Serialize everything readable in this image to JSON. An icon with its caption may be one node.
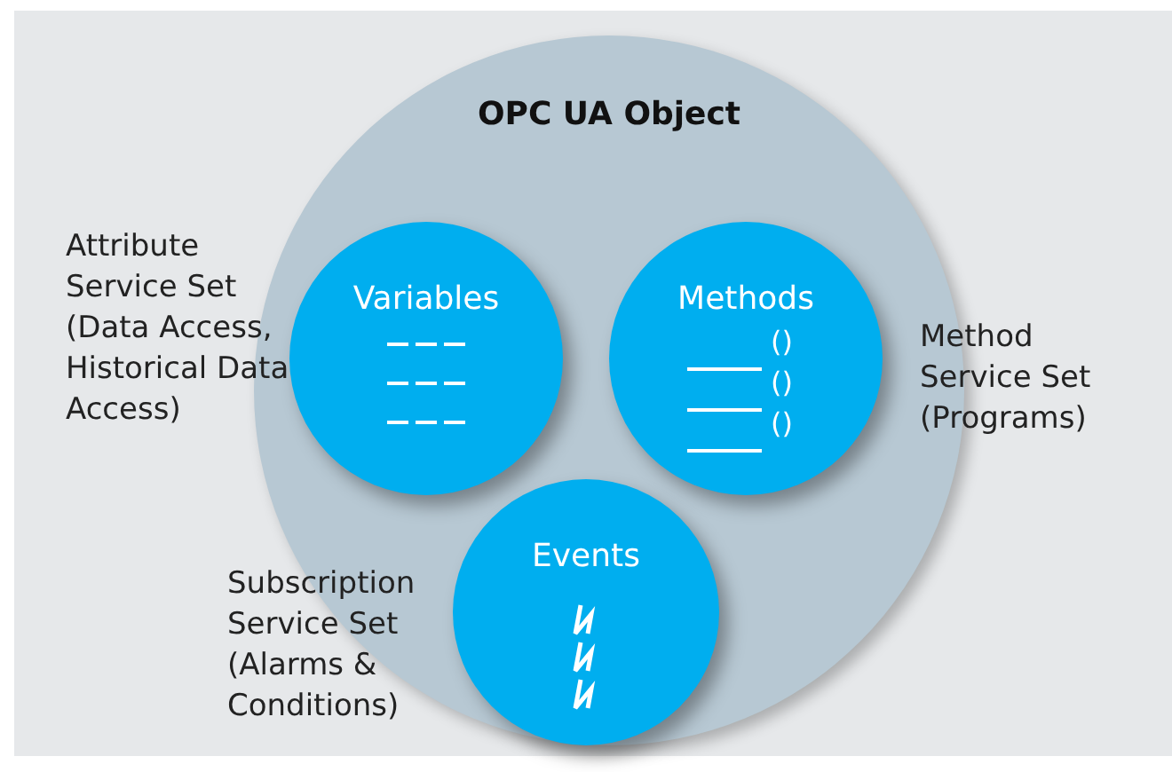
{
  "diagram": {
    "nodes": [
      {
        "text": [
          "OPC UA Object"
        ]
      },
      {
        "text": [
          "Variables"
        ],
        "in": 0
      },
      {
        "text": [
          "Methods",
          "()",
          "()",
          "()"
        ],
        "in": 0
      },
      {
        "text": [
          "Events"
        ],
        "in": 0
      }
    ],
    "labels": [
      "Attribute Service Set (Data Access, Historical Data Access)",
      "Method Service Set (Programs)",
      "Subscription Service Set (Alarms & Conditions)"
    ]
  }
}
